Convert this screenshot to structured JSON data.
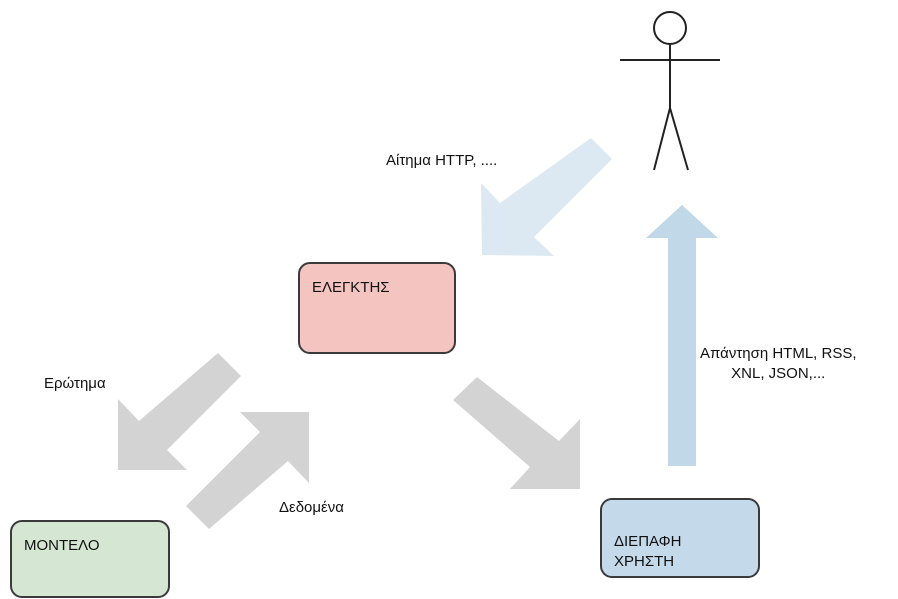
{
  "diagram": {
    "nodes": {
      "controller": "ΕΛΕΓΚΤΗΣ",
      "model": "ΜΟΝΤΕΛΟ",
      "view": "ΔΙΕΠΑΦΗ\nΧΡΗΣΤΗ"
    },
    "edges": {
      "request": "Αίτημα HTTP, ....",
      "query": "Ερώτημα",
      "data": "Δεδομένα",
      "response": "Απάντηση HTML, RSS,\nXNL, JSON,..."
    },
    "colors": {
      "controller_fill": "#f4c4c0",
      "model_fill": "#d5e7d3",
      "view_fill": "#c4d9ea",
      "gray_arrow": "#d3d3d3",
      "blue_arrow": "#c0d8e8",
      "light_blue_arrow": "#dce9f2",
      "border": "#3a3a3a"
    }
  }
}
